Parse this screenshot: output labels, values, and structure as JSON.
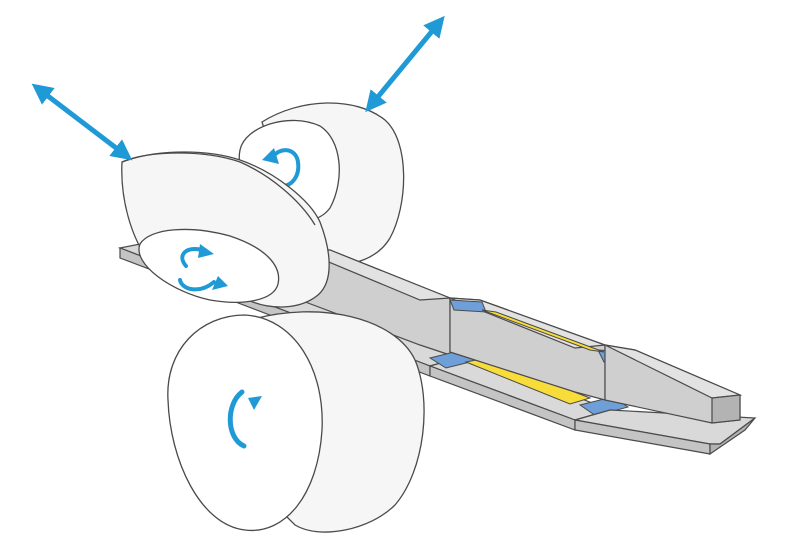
{
  "diagram": {
    "description_visible_text": [],
    "colors": {
      "background": "#ffffff",
      "outline": "#4a4a4a",
      "roll_fill": "#f6f6f6",
      "roll_face": "#ffffff",
      "rail_top": "#d9d9d9",
      "rail_side": "#c4c4c4",
      "rail_dark": "#b3b3b3",
      "weld_yellow": "#f7dc3a",
      "weld_blue": "#6f9fd8",
      "arrow_blue": "#1f9ad6"
    },
    "icons": {
      "rotation": "rotation-arrow-icon",
      "adjustment": "double-headed-arrow-icon"
    },
    "components": [
      "upper-tapered-roll",
      "rear-side-roll",
      "lower-main-roll",
      "rail-profile",
      "weld-zone"
    ]
  }
}
